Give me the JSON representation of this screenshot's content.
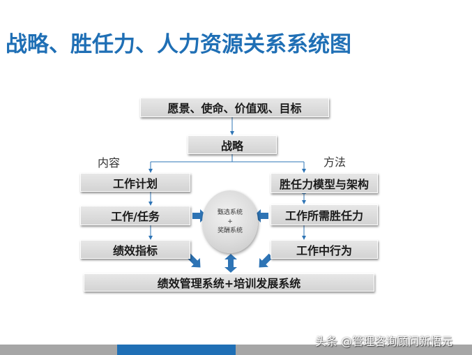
{
  "title": "战略、胜任力、人力资源关系系统图",
  "diagram": {
    "vision_box": "愿景、使命、价值观、目标",
    "strategy_box": "战略",
    "left_label": "内容",
    "right_label": "方法",
    "left_boxes": [
      "工作计划",
      "工作/任务",
      "绩效指标"
    ],
    "right_boxes": [
      "胜任力模型与架构",
      "工作所需胜任力",
      "工作中行为"
    ],
    "center_circle": {
      "line1": "甄选系统",
      "line2": "+",
      "line3": "奖酬系统"
    },
    "bottom_box": "绩效管理系统+培训发展系统"
  },
  "footer": {
    "watermark": "头条 @管理咨询顾问新悟元"
  },
  "colors": {
    "title": "#1f6fb5",
    "arrow": "#2e74b5",
    "box": "#d9d9d9",
    "footer_gray": "#a6a6a6",
    "footer_blue": "#1f6fb5"
  }
}
